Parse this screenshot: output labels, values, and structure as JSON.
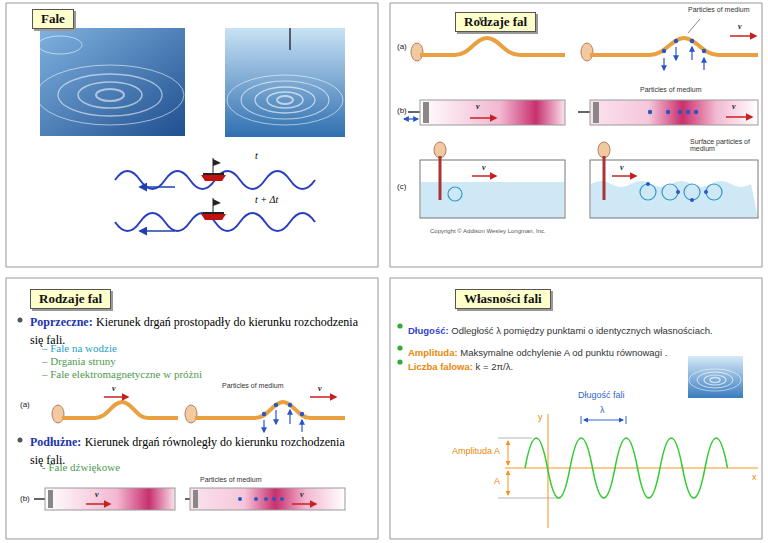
{
  "diagram": {
    "nodes": [
      {
        "text": [
          "Fale"
        ]
      },
      {
        "text": [
          "Rodzaje fal"
        ]
      },
      {
        "text": [
          "Rodzaje fal"
        ]
      },
      {
        "text": [
          "Własności fali"
        ]
      }
    ],
    "labels": [
      "t",
      "t + Δt",
      "(a)",
      "v",
      "v",
      "Particles of medium",
      "(b)",
      "v",
      "Particles of medium",
      "v",
      "(c)",
      "v",
      "Surface particles of medium",
      "v",
      "Copyright © Addison Wesley Longman, Inc.",
      "Poprzeczne:",
      "Kierunek drgań prostopadły do kierunku rozchodzenia się fali.",
      "– Fale na wodzie",
      "– Drgania struny",
      "– Fale elektromagnetyczne w próżni",
      "(a)",
      "v",
      "Particles of medium",
      "v",
      "Podłużne:",
      "Kierunek drgań równoległy do kierunku rozchodzenia się fali.",
      "- Fale dźwiękowe",
      "(b)",
      "v",
      "Particles of medium",
      "v",
      "Długość:",
      "Odległość λ pomiędzy punktami o identycznych własnościach.",
      "Amplituda:",
      "Maksymalne odchylenie A od punktu równowagi .",
      "Liczba falowa:",
      "k = 2π/λ.",
      "Długość fali",
      "y",
      "λ",
      "Amplituda A",
      "x",
      "A"
    ]
  }
}
